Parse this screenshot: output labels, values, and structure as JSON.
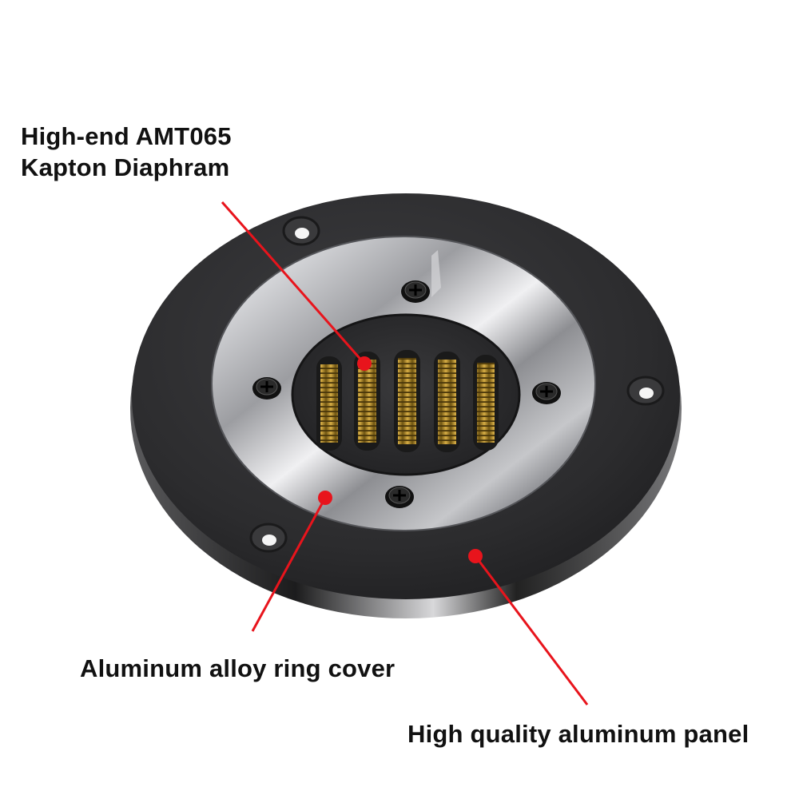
{
  "labels": {
    "diaphragm_line1": "High-end AMT065",
    "diaphragm_line2": "Kapton Diaphram",
    "ring_cover": "Aluminum alloy ring cover",
    "panel": "High quality aluminum panel"
  },
  "colors": {
    "background": "#ffffff",
    "callout": "#e8141c",
    "panel": "#2e2e30",
    "ring": "#b9babd",
    "diaphragm_gold": "#b38a2a",
    "text": "#111111"
  },
  "icons": {
    "product": "amt-tweeter-photo",
    "screw": "phillips-screw-icon",
    "mounting_hole": "mounting-hole-icon",
    "callout_dot": "callout-dot-icon"
  }
}
